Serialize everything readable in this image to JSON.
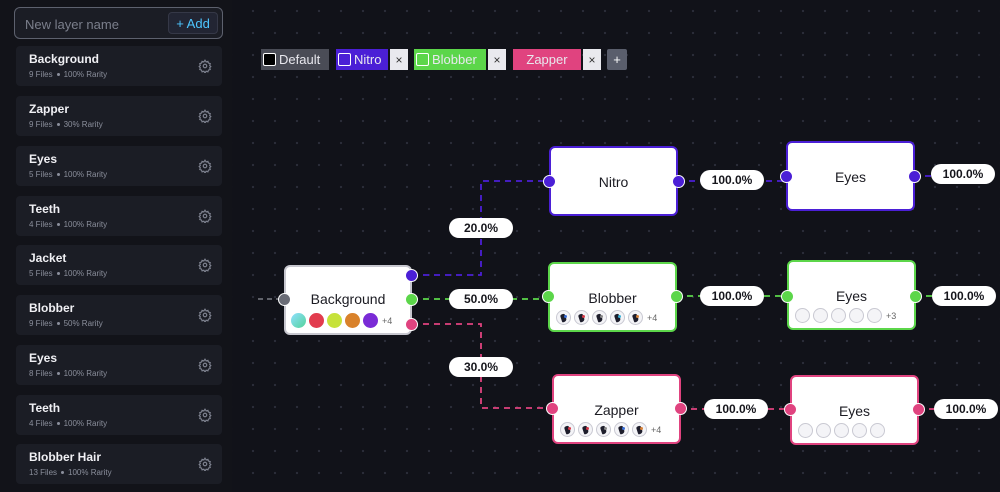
{
  "new_layer": {
    "placeholder": "New layer name",
    "add_label": "+ Add"
  },
  "layers": [
    {
      "name": "Background",
      "files": "9 Files",
      "rarity": "100% Rarity"
    },
    {
      "name": "Zapper",
      "files": "9 Files",
      "rarity": "30% Rarity"
    },
    {
      "name": "Eyes",
      "files": "5 Files",
      "rarity": "100% Rarity"
    },
    {
      "name": "Teeth",
      "files": "4 Files",
      "rarity": "100% Rarity"
    },
    {
      "name": "Jacket",
      "files": "5 Files",
      "rarity": "100% Rarity"
    },
    {
      "name": "Blobber",
      "files": "9 Files",
      "rarity": "50% Rarity"
    },
    {
      "name": "Eyes",
      "files": "8 Files",
      "rarity": "100% Rarity"
    },
    {
      "name": "Teeth",
      "files": "4 Files",
      "rarity": "100% Rarity"
    },
    {
      "name": "Blobber Hair",
      "files": "13 Files",
      "rarity": "100% Rarity"
    }
  ],
  "tags": [
    {
      "label": "Default",
      "color": "#000000",
      "bg": "#4a4c56"
    },
    {
      "label": "Nitro",
      "color": "#4b1fd6",
      "bg": "#4b1fd6"
    },
    {
      "label": "Blobber",
      "color": "#5cd64a",
      "bg": "#5cd64a"
    },
    {
      "label": "Zapper",
      "color": "#e0437f",
      "bg": "#e0437f"
    }
  ],
  "tag_remove_label": "×",
  "tag_add_label": "+",
  "nodes": {
    "background": {
      "title": "Background",
      "more": "+4"
    },
    "nitro": {
      "title": "Nitro"
    },
    "nitro_eyes": {
      "title": "Eyes"
    },
    "blobber": {
      "title": "Blobber",
      "more": "+4"
    },
    "blobber_eyes": {
      "title": "Eyes",
      "more": "+3"
    },
    "zapper": {
      "title": "Zapper",
      "more": "+4"
    },
    "zapper_eyes": {
      "title": "Eyes"
    }
  },
  "edge_labels": {
    "bg_to_nitro": "20.0%",
    "bg_to_blobber": "50.0%",
    "bg_to_zapper": "30.0%",
    "nitro_to_eyes": "100.0%",
    "nitro_eyes_out": "100.0%",
    "blobber_to_eyes": "100.0%",
    "blobber_eyes_out": "100.0%",
    "zapper_to_eyes": "100.0%",
    "zapper_eyes_out": "100.0%"
  },
  "colors": {
    "nitro": "#4b1fd6",
    "blobber": "#5cd64a",
    "zapper": "#e0437f",
    "default_port": "#6a6c76",
    "link": "#4dc6ff"
  },
  "background_swatches": [
    "#4fd3b5",
    "#e23c4e",
    "#c6e23a",
    "#d9822b",
    "#7a2bd6"
  ],
  "icons": {
    "gear": "gear-icon",
    "remove": "close-icon",
    "add": "plus-icon"
  }
}
